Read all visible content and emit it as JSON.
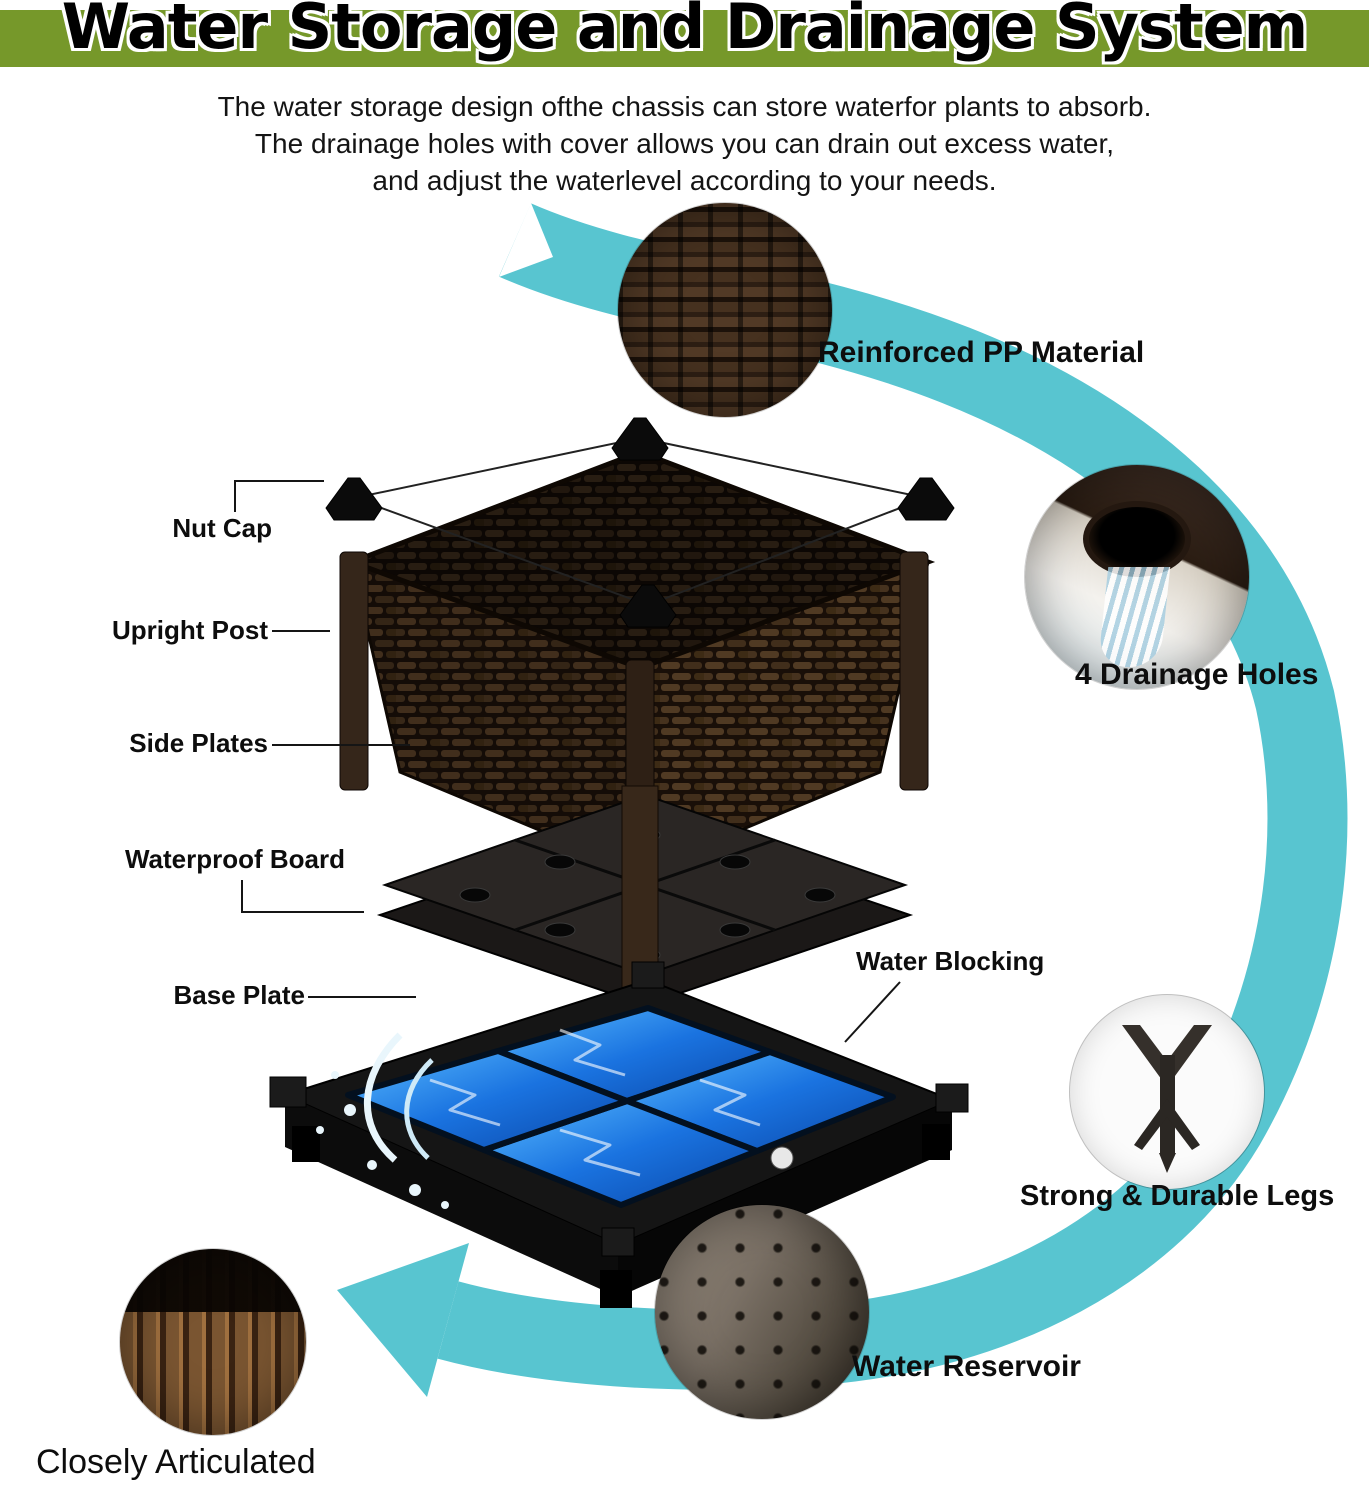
{
  "title": "Water Storage and Drainage System",
  "description": {
    "line1": "The water storage design ofthe chassis can store waterfor plants to absorb.",
    "line2": "The drainage holes with cover allows you can drain out excess water,",
    "line3": "and adjust the waterlevel according to your needs."
  },
  "callouts": {
    "nut_cap": "Nut Cap",
    "upright_post": "Upright Post",
    "side_plates": "Side Plates",
    "waterproof_board": "Waterproof Board",
    "base_plate": "Base Plate",
    "water_blocking": "Water Blocking"
  },
  "features": {
    "material": "Reinforced PP Material",
    "drainage": "4 Drainage Holes",
    "legs": "Strong & Durable Legs",
    "reservoir": "Water Reservoir",
    "articulated": "Closely Articulated"
  },
  "colors": {
    "header_bar": "#76982a",
    "arrow": "#58c5d0",
    "water_blue": "#1877d6",
    "wicker_brown": "#3a2a1e",
    "text": "#000000"
  }
}
